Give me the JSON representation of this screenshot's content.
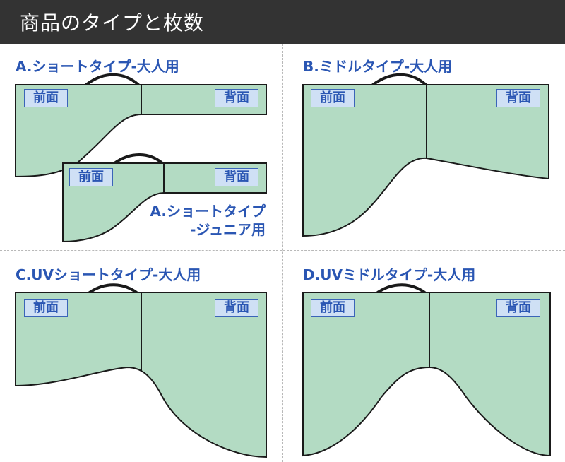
{
  "header": {
    "title": "商品のタイプと枚数"
  },
  "sections": {
    "a": {
      "title": "A.ショートタイプ-大人用"
    },
    "a_junior": {
      "label_line1": "A.ショートタイプ",
      "label_line2": "-ジュニア用"
    },
    "b": {
      "title": "B.ミドルタイプ-大人用"
    },
    "c": {
      "title": "C.UVショートタイプ-大人用"
    },
    "d": {
      "title": "D.UVミドルタイプ-大人用"
    }
  },
  "labels": {
    "front": "前面",
    "back": "背面"
  },
  "colors": {
    "header_bg": "#333333",
    "title_blue": "#2a56b3",
    "panel_green": "#b3dbc3",
    "badge_bg": "#cfe0f5"
  }
}
